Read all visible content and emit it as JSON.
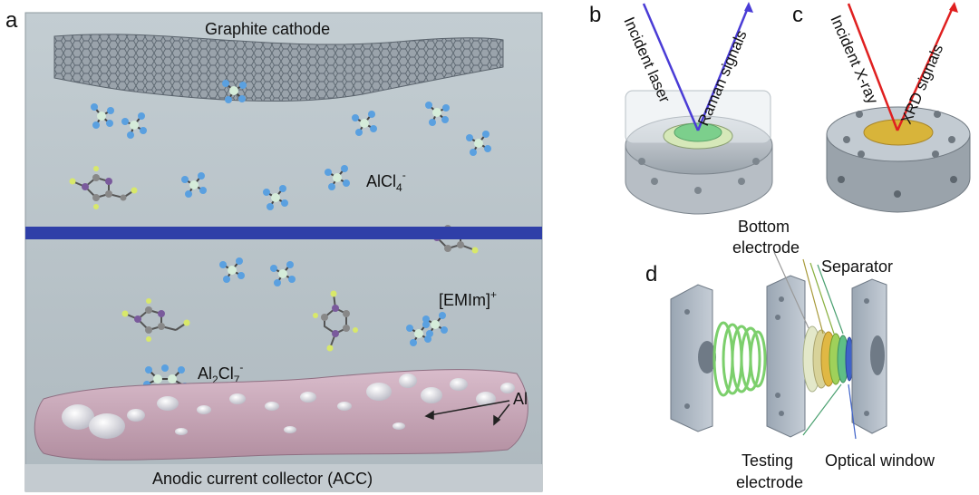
{
  "panel_a": {
    "letter": "a",
    "graphite_cathode": "Graphite cathode",
    "alcl4_base": "AlCl",
    "alcl4_sub": "4",
    "alcl4_sup": "-",
    "emim": "[EMIm]",
    "emim_sup": "+",
    "al2cl7_a": "Al",
    "al2cl7_sub1": "2",
    "al2cl7_b": "Cl",
    "al2cl7_sub2": "7",
    "al2cl7_sup": "-",
    "al": "Al",
    "acc": "Anodic current collector (ACC)"
  },
  "panel_b": {
    "letter": "b",
    "incident": "Incident laser",
    "signals": "Raman signals"
  },
  "panel_c": {
    "letter": "c",
    "incident": "Incident X-ray",
    "signals": "XRD signals"
  },
  "panel_d": {
    "letter": "d",
    "bottom_electrode_1": "Bottom",
    "bottom_electrode_2": "electrode",
    "separator": "Separator",
    "testing_electrode_1": "Testing",
    "testing_electrode_2": "electrode",
    "optical_window": "Optical window"
  },
  "colors": {
    "background_panel": "#b6c2c8",
    "separator_band": "#2f3fa8",
    "anode": "#c9a9b8",
    "graphite": "#6a737c",
    "laser": "#4a3cd6",
    "xray": "#e02020",
    "gold": "#d8b43a",
    "green": "#7ccf8c"
  }
}
